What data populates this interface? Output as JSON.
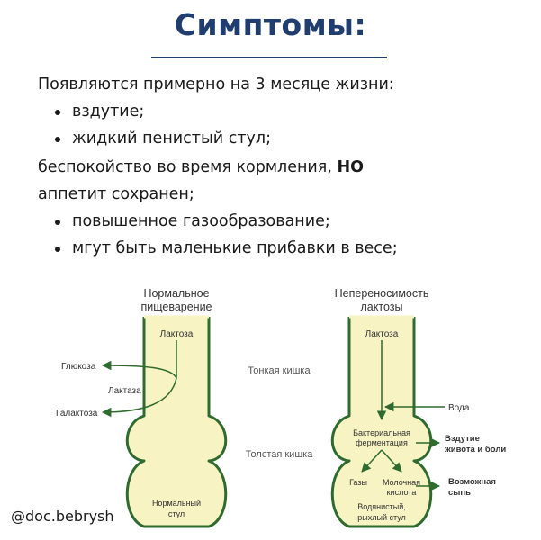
{
  "title": "Симптомы:",
  "intro": "Появляются примерно на 3 месяце жизни:",
  "bullets_a": [
    "вздутие;",
    "жидкий пенистый стул;"
  ],
  "middle_text_1": "беспокойство во время кормления,",
  "middle_text_strong": "НО",
  "middle_text_2": "аппетит сохранен;",
  "bullets_b": [
    "повышенное газообразование;",
    "мгут быть маленькие прибавки в весе;"
  ],
  "handle": "@doc.bebrysh",
  "diagram": {
    "left_title_1": "Нормальное",
    "left_title_2": "пищеварение",
    "right_title_1": "Непереносимость",
    "right_title_2": "лактозы",
    "lactose": "Лактоза",
    "glucose": "Глюкоза",
    "lactase": "Лактаза",
    "galactose": "Галактоза",
    "normal_stool_1": "Нормальный",
    "normal_stool_2": "стул",
    "small_intestine": "Тонкая кишка",
    "large_intestine": "Толстая кишка",
    "water": "Вода",
    "fermentation_1": "Бактериальная",
    "fermentation_2": "ферментация",
    "gases": "Газы",
    "lactic_acid_1": "Молочная",
    "lactic_acid_2": "кислота",
    "watery_stool_1": "Водянистый,",
    "watery_stool_2": "рыхлый стул",
    "bloating_1": "Вздутие",
    "bloating_2": "живота и боли",
    "rash_1": "Возможная",
    "rash_2": "сыпь"
  },
  "colors": {
    "title": "#1f3d6e",
    "intestine_fill": "#f7f3c3",
    "intestine_stroke": "#2f6b2f",
    "arrow": "#2f6b2f"
  }
}
